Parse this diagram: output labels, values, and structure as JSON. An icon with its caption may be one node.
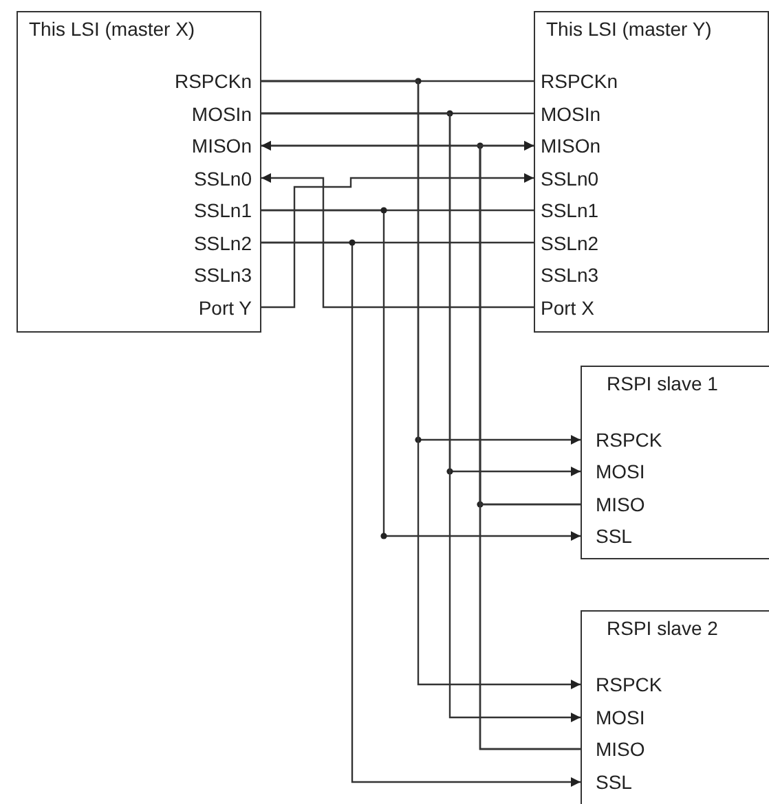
{
  "diagram": {
    "nodes": [
      {
        "text": [
          "This LSI (master X)"
        ]
      },
      {
        "text": [
          "RSPCKn"
        ],
        "in": 0
      },
      {
        "text": [
          "MOSIn"
        ],
        "in": 0
      },
      {
        "text": [
          "MISOn"
        ],
        "in": 0
      },
      {
        "text": [
          "SSLn0"
        ],
        "in": 0
      },
      {
        "text": [
          "SSLn1"
        ],
        "in": 0
      },
      {
        "text": [
          "SSLn2"
        ],
        "in": 0
      },
      {
        "text": [
          "SSLn3"
        ],
        "in": 0
      },
      {
        "text": [
          "Port Y"
        ],
        "in": 0
      },
      {
        "text": [
          "This LSI (master Y)"
        ]
      },
      {
        "text": [
          "RSPCKn"
        ],
        "in": 9
      },
      {
        "text": [
          "MOSIn"
        ],
        "in": 9
      },
      {
        "text": [
          "MISOn"
        ],
        "in": 9
      },
      {
        "text": [
          "SSLn0"
        ],
        "in": 9
      },
      {
        "text": [
          "SSLn1"
        ],
        "in": 9
      },
      {
        "text": [
          "SSLn2"
        ],
        "in": 9
      },
      {
        "text": [
          "SSLn3"
        ],
        "in": 9
      },
      {
        "text": [
          "Port X"
        ],
        "in": 9
      },
      {
        "text": [
          "RSPI slave 1"
        ]
      },
      {
        "text": [
          "RSPCK"
        ],
        "in": 18
      },
      {
        "text": [
          "MOSI"
        ],
        "in": 18
      },
      {
        "text": [
          "MISO"
        ],
        "in": 18
      },
      {
        "text": [
          "SSL"
        ],
        "in": 18
      },
      {
        "text": [
          "RSPI slave 2"
        ]
      },
      {
        "text": [
          "RSPCK"
        ],
        "in": 23
      },
      {
        "text": [
          "MOSI"
        ],
        "in": 23
      },
      {
        "text": [
          "MISO"
        ],
        "in": 23
      },
      {
        "text": [
          "SSL"
        ],
        "in": 23
      }
    ],
    "edges": [
      {
        "from": 1,
        "to": 10,
        "arrow": "none"
      },
      {
        "from": 1,
        "to": 19,
        "arrow": "to"
      },
      {
        "from": 1,
        "to": 24,
        "arrow": "to"
      },
      {
        "from": 2,
        "to": 11,
        "arrow": "none"
      },
      {
        "from": 2,
        "to": 20,
        "arrow": "to"
      },
      {
        "from": 2,
        "to": 25,
        "arrow": "to"
      },
      {
        "from": 21,
        "to": 3,
        "arrow": "to"
      },
      {
        "from": 21,
        "to": 12,
        "arrow": "to"
      },
      {
        "from": 26,
        "to": 3,
        "arrow": "to"
      },
      {
        "from": 26,
        "to": 12,
        "arrow": "to"
      },
      {
        "from": 17,
        "to": 4,
        "arrow": "to"
      },
      {
        "from": 8,
        "to": 13,
        "arrow": "to"
      },
      {
        "from": 5,
        "to": 14,
        "arrow": "none"
      },
      {
        "from": 5,
        "to": 22,
        "arrow": "to"
      },
      {
        "from": 6,
        "to": 15,
        "arrow": "none"
      },
      {
        "from": 6,
        "to": 27,
        "arrow": "to"
      }
    ]
  }
}
